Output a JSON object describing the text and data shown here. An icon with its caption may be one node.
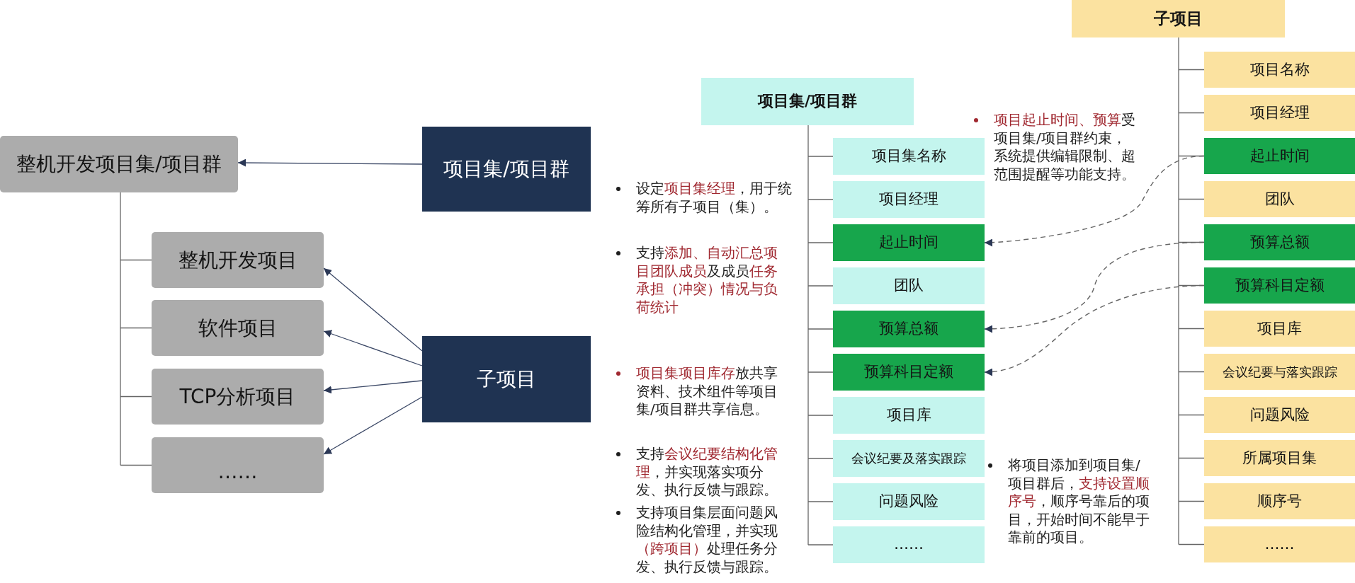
{
  "diagram": {
    "nodes": [
      {
        "text": [
          "整机开发项目集/项目群"
        ]
      },
      {
        "text": [
          "整机开发项目"
        ]
      },
      {
        "text": [
          "软件项目"
        ]
      },
      {
        "text": [
          "TCP分析项目"
        ]
      },
      {
        "text": [
          "……"
        ]
      },
      {
        "text": [
          "项目集/项目群"
        ]
      },
      {
        "text": [
          "子项目"
        ]
      },
      {
        "text": [
          "项目集/项目群"
        ]
      },
      {
        "text": [
          "项目集名称"
        ]
      },
      {
        "text": [
          "项目经理"
        ]
      },
      {
        "text": [
          "起止时间"
        ]
      },
      {
        "text": [
          "团队"
        ]
      },
      {
        "text": [
          "预算总额"
        ]
      },
      {
        "text": [
          "预算科目定额"
        ]
      },
      {
        "text": [
          "项目库"
        ]
      },
      {
        "text": [
          "会议纪要及落实跟踪"
        ]
      },
      {
        "text": [
          "问题风险"
        ]
      },
      {
        "text": [
          "……"
        ]
      },
      {
        "text": [
          "子项目"
        ]
      },
      {
        "text": [
          "项目名称"
        ]
      },
      {
        "text": [
          "项目经理"
        ]
      },
      {
        "text": [
          "起止时间"
        ]
      },
      {
        "text": [
          "团队"
        ]
      },
      {
        "text": [
          "预算总额"
        ]
      },
      {
        "text": [
          "预算科目定额"
        ]
      },
      {
        "text": [
          "项目库"
        ]
      },
      {
        "text": [
          "会议纪要与落实跟踪"
        ]
      },
      {
        "text": [
          "问题风险"
        ]
      },
      {
        "text": [
          "所属项目集"
        ]
      },
      {
        "text": [
          "顺序号"
        ]
      },
      {
        "text": [
          "……"
        ]
      }
    ],
    "edges": [
      {
        "from": 5,
        "to": 0,
        "arrow": "to",
        "color": "#3b4866"
      },
      {
        "from": 6,
        "to": 1,
        "arrow": "to",
        "color": "#3b4866"
      },
      {
        "from": 6,
        "to": 2,
        "arrow": "to",
        "color": "#3b4866"
      },
      {
        "from": 6,
        "to": 3,
        "arrow": "to",
        "color": "#3b4866"
      },
      {
        "from": 6,
        "to": 4,
        "arrow": "to",
        "color": "#3b4866"
      },
      {
        "from": 0,
        "to": 1,
        "arrow": "none"
      },
      {
        "from": 0,
        "to": 2,
        "arrow": "none"
      },
      {
        "from": 0,
        "to": 3,
        "arrow": "none"
      },
      {
        "from": 0,
        "to": 4,
        "arrow": "none"
      },
      {
        "from": 7,
        "to": 8,
        "arrow": "none"
      },
      {
        "from": 7,
        "to": 9,
        "arrow": "none"
      },
      {
        "from": 7,
        "to": 10,
        "arrow": "none"
      },
      {
        "from": 7,
        "to": 11,
        "arrow": "none"
      },
      {
        "from": 7,
        "to": 12,
        "arrow": "none"
      },
      {
        "from": 7,
        "to": 13,
        "arrow": "none"
      },
      {
        "from": 7,
        "to": 14,
        "arrow": "none"
      },
      {
        "from": 7,
        "to": 15,
        "arrow": "none"
      },
      {
        "from": 7,
        "to": 16,
        "arrow": "none"
      },
      {
        "from": 7,
        "to": 17,
        "arrow": "none"
      },
      {
        "from": 18,
        "to": 19,
        "arrow": "none"
      },
      {
        "from": 18,
        "to": 20,
        "arrow": "none"
      },
      {
        "from": 18,
        "to": 21,
        "arrow": "none"
      },
      {
        "from": 18,
        "to": 22,
        "arrow": "none"
      },
      {
        "from": 18,
        "to": 23,
        "arrow": "none"
      },
      {
        "from": 18,
        "to": 24,
        "arrow": "none"
      },
      {
        "from": 18,
        "to": 25,
        "arrow": "none"
      },
      {
        "from": 18,
        "to": 26,
        "arrow": "none"
      },
      {
        "from": 18,
        "to": 27,
        "arrow": "none"
      },
      {
        "from": 18,
        "to": 28,
        "arrow": "none"
      },
      {
        "from": 18,
        "to": 29,
        "arrow": "none"
      },
      {
        "from": 18,
        "to": 30,
        "arrow": "none"
      },
      {
        "from": 21,
        "to": 10,
        "arrow": "to",
        "style": "dashed"
      },
      {
        "from": 23,
        "to": 12,
        "arrow": "to",
        "style": "dashed"
      },
      {
        "from": 24,
        "to": 13,
        "arrow": "to",
        "style": "dashed"
      }
    ],
    "labels": [
      "设定**项目集经理**，用于统筹所有子项目（集）。",
      "支持**添加、自动汇总项目团队成员**及成员**任务承担（冲突）情况与负荷统计**",
      "**项目集项目库存**放共享资料、技术组件等项目集/项目群共享信息。",
      "支持**会议纪要结构化管理**，并实现落实项分发、执行反馈与跟踪。",
      "支持项目集层面问题风险结构化管理，并实现**（跨项目）**处理任务分发、执行反馈与跟踪。",
      "**项目起止时间、预算**受项目集/项目群约束，系统提供编辑限制、超范围提醒等功能支持。",
      "将项目添加到项目集/项目群后，**支持设置顺序号**，顺序号靠后的项目，开始时间不能早于靠前的项目。"
    ]
  }
}
